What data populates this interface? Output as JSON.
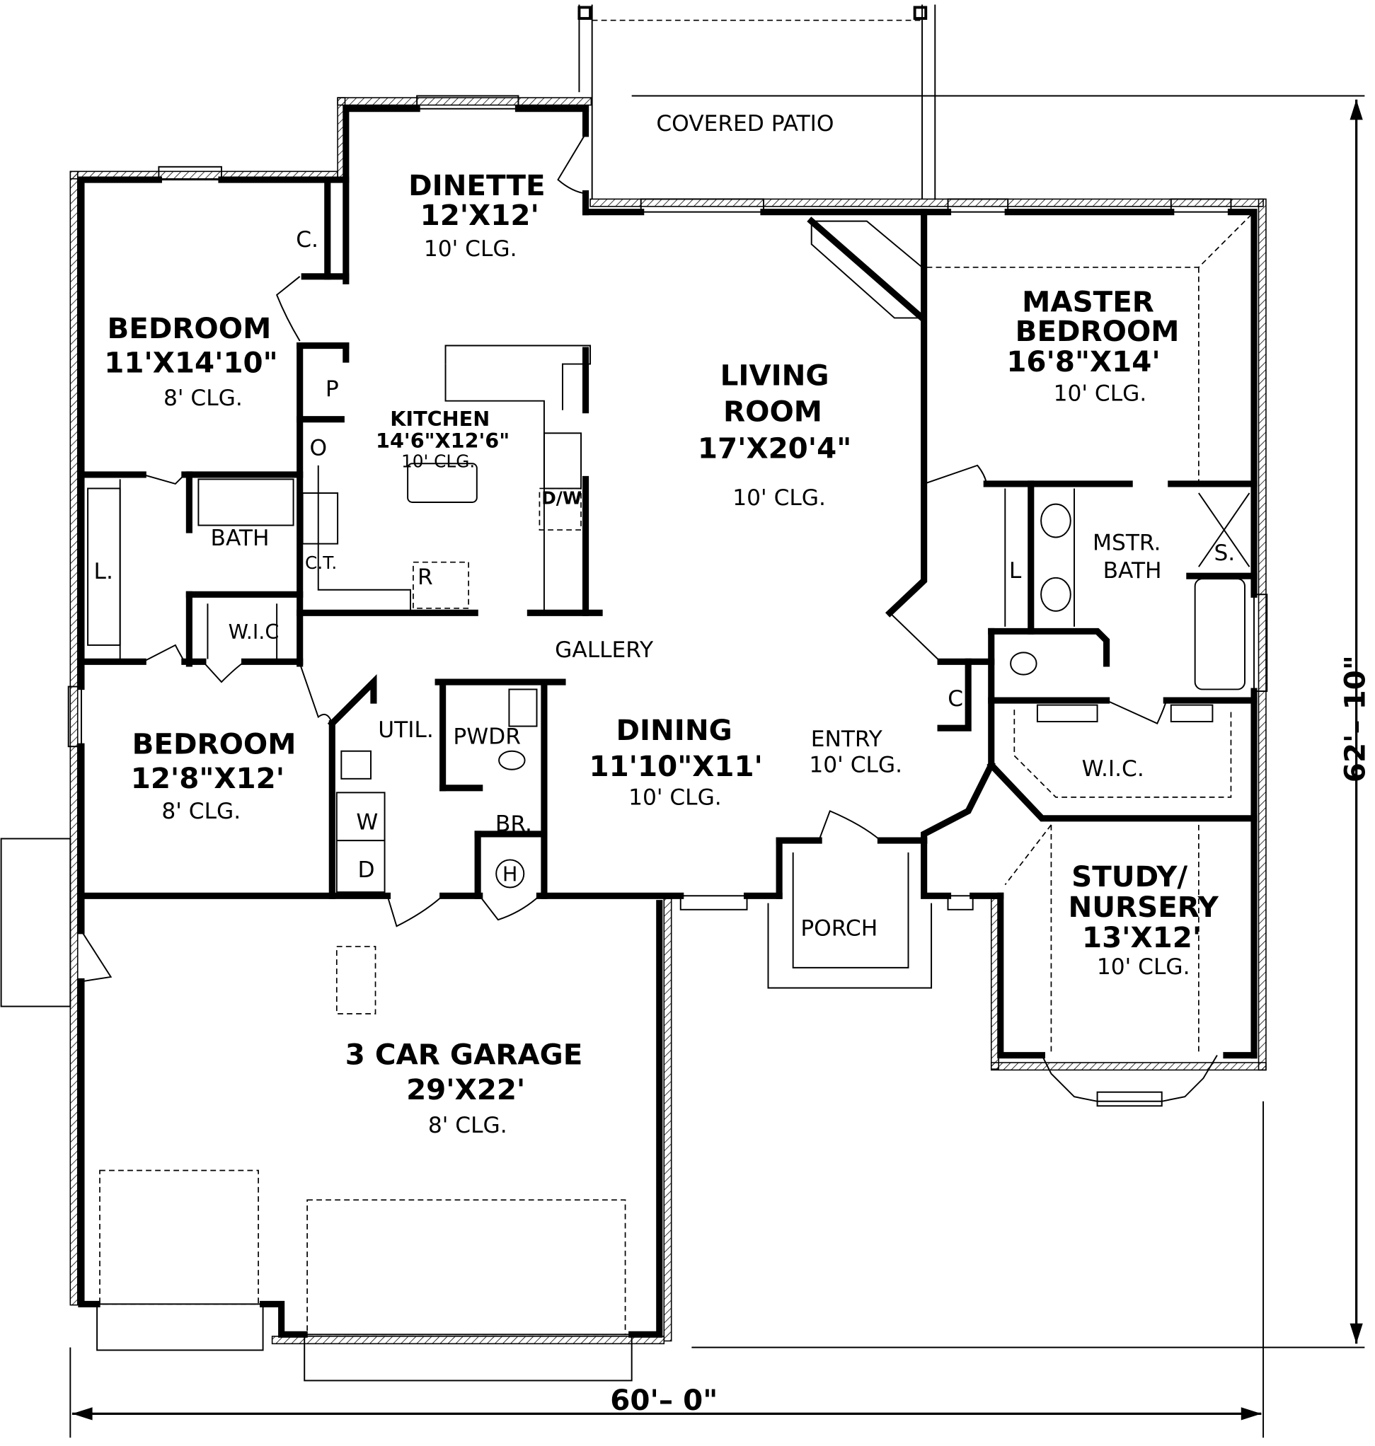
{
  "plan": {
    "overall_width": "60'– 0\"",
    "overall_depth": "62'– 10\"",
    "rooms": {
      "covered_patio": {
        "name": "COVERED  PATIO"
      },
      "dinette": {
        "name": "DINETTE",
        "size": "12'X12'",
        "ceiling": "10'  CLG."
      },
      "bedroom_1": {
        "name": "BEDROOM",
        "size": "11'X14'10\"",
        "ceiling": "8'  CLG."
      },
      "closet_1": {
        "name": "C."
      },
      "pantry": {
        "name": "P"
      },
      "oven": {
        "name": "O"
      },
      "kitchen": {
        "name": "KITCHEN",
        "size": "14'6\"X12'6\"",
        "ceiling": "10'  CLG."
      },
      "living_room": {
        "name_line1": "LIVING",
        "name_line2": "ROOM",
        "size": "17'X20'4\"",
        "ceiling": "10'  CLG."
      },
      "master_bedroom": {
        "name_line1": "MASTER",
        "name_line2": "BEDROOM",
        "size": "16'8\"X14'",
        "ceiling": "10'  CLG."
      },
      "bath": {
        "name": "BATH"
      },
      "linen_1": {
        "name": "L."
      },
      "wic_1": {
        "name": "W.I.C"
      },
      "cooktop": {
        "name": "C.T."
      },
      "refrigerator": {
        "name": "R"
      },
      "dishwasher": {
        "name": "D/W"
      },
      "gallery": {
        "name": "GALLERY"
      },
      "master_bath": {
        "name_line1": "MSTR.",
        "name_line2": "BATH"
      },
      "linen_2": {
        "name": "L"
      },
      "shower": {
        "name": "S."
      },
      "wic_2": {
        "name": "W.I.C."
      },
      "closet_2": {
        "name": "C."
      },
      "bedroom_2": {
        "name": "BEDROOM",
        "size": "12'8\"X12'",
        "ceiling": "8'  CLG."
      },
      "utility": {
        "name": "UTIL."
      },
      "powder": {
        "name": "PWDR"
      },
      "broom": {
        "name": "BR."
      },
      "water_heater": {
        "name": "H"
      },
      "washer": {
        "name": "W"
      },
      "dryer": {
        "name": "D"
      },
      "dining": {
        "name": "DINING",
        "size": "11'10\"X11'",
        "ceiling": "10'  CLG."
      },
      "entry": {
        "name": "ENTRY",
        "ceiling": "10'  CLG."
      },
      "porch": {
        "name": "PORCH"
      },
      "study": {
        "name_line1": "STUDY/",
        "name_line2": "NURSERY",
        "size": "13'X12'",
        "ceiling": "10'  CLG."
      },
      "garage": {
        "name": "3  CAR  GARAGE",
        "size": "29'X22'",
        "ceiling": "8'  CLG."
      }
    }
  }
}
